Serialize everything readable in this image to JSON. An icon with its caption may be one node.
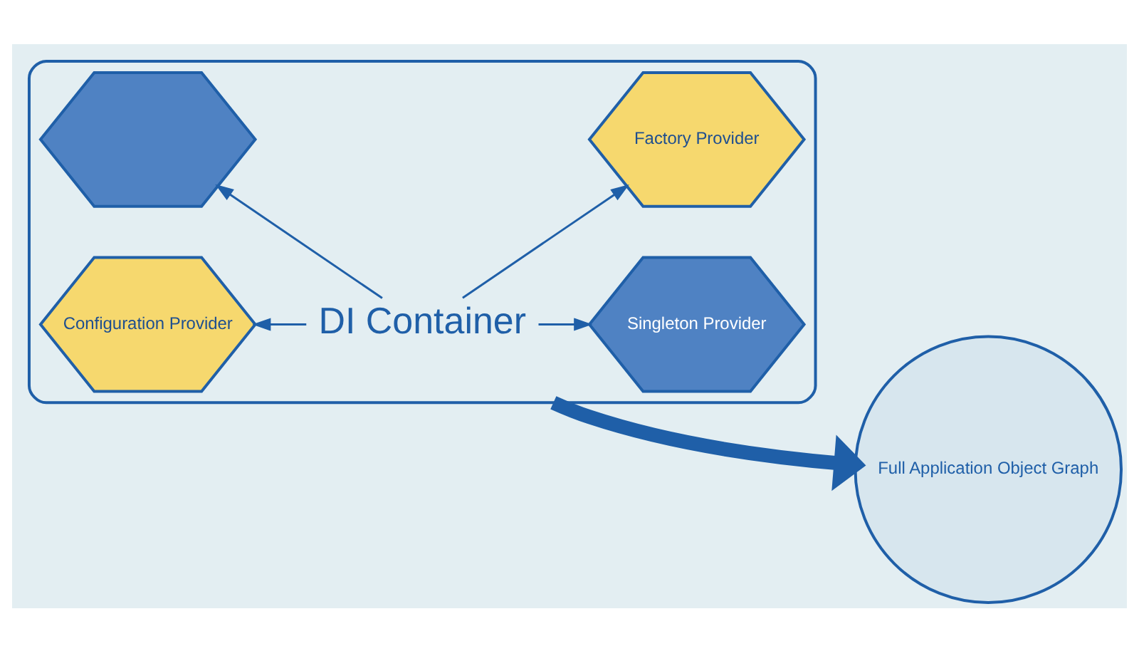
{
  "diagram": {
    "nodes": [
      {
        "text": [],
        "shape": "hexagon"
      },
      {
        "text": [
          "DI Container"
        ],
        "in": 0
      },
      {
        "text": [
          "Configuration Provider"
        ],
        "in": 0
      },
      {
        "text": [
          "Singleton Provider"
        ],
        "in": 0
      },
      {
        "text": [],
        "shape": "hexagon",
        "in": 0
      },
      {
        "text": [
          "Factory Provider"
        ],
        "in": 0
      },
      {
        "text": [
          "Full Application Object Graph"
        ]
      }
    ],
    "edges": [
      {
        "from": 1,
        "to": 2,
        "arrow": "to"
      },
      {
        "from": 1,
        "to": 3,
        "arrow": "to"
      },
      {
        "from": 1,
        "to": 4,
        "arrow": "to"
      },
      {
        "from": 1,
        "to": 5,
        "arrow": "to"
      },
      {
        "from": 0,
        "to": 6,
        "arrow": "to",
        "style": "thick"
      }
    ]
  }
}
